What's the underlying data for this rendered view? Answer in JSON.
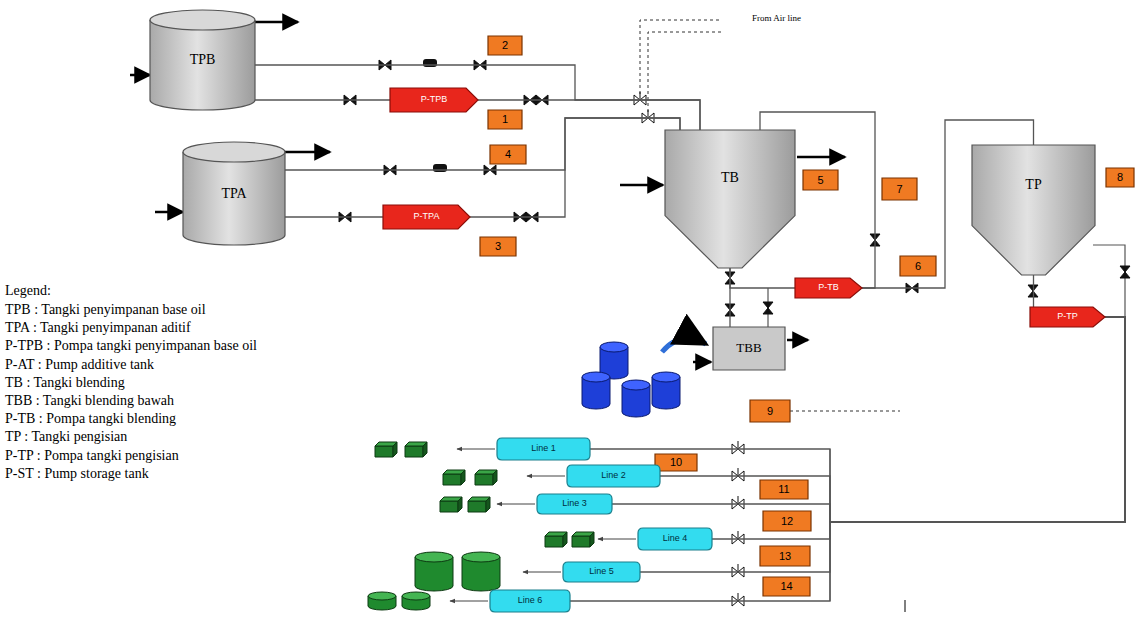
{
  "diagram": {
    "nodes": [
      {
        "text": [
          "TPB"
        ]
      },
      {
        "text": [
          "2"
        ]
      },
      {
        "text": [
          "P-TPB"
        ]
      },
      {
        "text": [
          "1"
        ]
      },
      {
        "text": [
          "TPA"
        ]
      },
      {
        "text": [
          "4"
        ]
      },
      {
        "text": [
          "P-TPA"
        ]
      },
      {
        "text": [
          "3"
        ]
      },
      {
        "text": [
          "TB"
        ]
      },
      {
        "text": [
          "5"
        ]
      },
      {
        "text": [
          "7"
        ]
      },
      {
        "text": [
          "P-TB"
        ]
      },
      {
        "text": [
          "6"
        ]
      },
      {
        "text": [
          "TBB"
        ]
      },
      {
        "text": [
          "TP"
        ]
      },
      {
        "text": [
          "8"
        ]
      },
      {
        "text": [
          "P-TP"
        ]
      },
      {
        "text": [
          "9"
        ]
      },
      {
        "text": [
          "Line 1"
        ]
      },
      {
        "text": [
          "10"
        ]
      },
      {
        "text": [
          "Line 2"
        ]
      },
      {
        "text": [
          "11"
        ]
      },
      {
        "text": [
          "Line 3"
        ]
      },
      {
        "text": [
          "12"
        ]
      },
      {
        "text": [
          "Line 4"
        ]
      },
      {
        "text": [
          "13"
        ]
      },
      {
        "text": [
          "Line 5"
        ]
      },
      {
        "text": [
          "14"
        ]
      },
      {
        "text": [
          "Line 6"
        ]
      }
    ],
    "edges": [
      {
        "from": 0,
        "to": 2,
        "arrow": "none"
      },
      {
        "from": 2,
        "to": 8,
        "arrow": "none"
      },
      {
        "from": 0,
        "to": 8,
        "arrow": "none"
      },
      {
        "from": 4,
        "to": 6,
        "arrow": "none"
      },
      {
        "from": 6,
        "to": 8,
        "arrow": "none"
      },
      {
        "from": 4,
        "to": 8,
        "arrow": "none"
      },
      {
        "from": 8,
        "to": 11,
        "arrow": "none"
      },
      {
        "from": 11,
        "to": 14,
        "arrow": "none"
      },
      {
        "from": 11,
        "to": 8,
        "arrow": "none"
      },
      {
        "from": 8,
        "to": 13,
        "arrow": "none"
      },
      {
        "from": 14,
        "to": 16,
        "arrow": "none"
      },
      {
        "from": 16,
        "to": 18,
        "arrow": "none"
      },
      {
        "from": 16,
        "to": 20,
        "arrow": "none"
      },
      {
        "from": 16,
        "to": 22,
        "arrow": "none"
      },
      {
        "from": 16,
        "to": 24,
        "arrow": "none"
      },
      {
        "from": 16,
        "to": 26,
        "arrow": "none"
      },
      {
        "from": 16,
        "to": 28,
        "arrow": "none"
      }
    ],
    "labels": [
      "From Air line",
      "Legend:"
    ],
    "legend": [
      {
        "text": "TPB : Tangki penyimpanan base oil"
      },
      {
        "text": "TPA : Tangki penyimpanan aditif"
      },
      {
        "text": "P-TPB : Pompa tangki penyimpanan base oil"
      },
      {
        "text": "P-AT : Pump additive tank"
      },
      {
        "text": "TB : Tangki blending"
      },
      {
        "text": "TBB : Tangki blending bawah"
      },
      {
        "text": "P-TB : Pompa tangki blending"
      },
      {
        "text": "TP : Tangki pengisian"
      },
      {
        "text": "P-TP : Pompa tangki pengisian"
      },
      {
        "text": "P-ST : Pump storage tank"
      }
    ]
  }
}
